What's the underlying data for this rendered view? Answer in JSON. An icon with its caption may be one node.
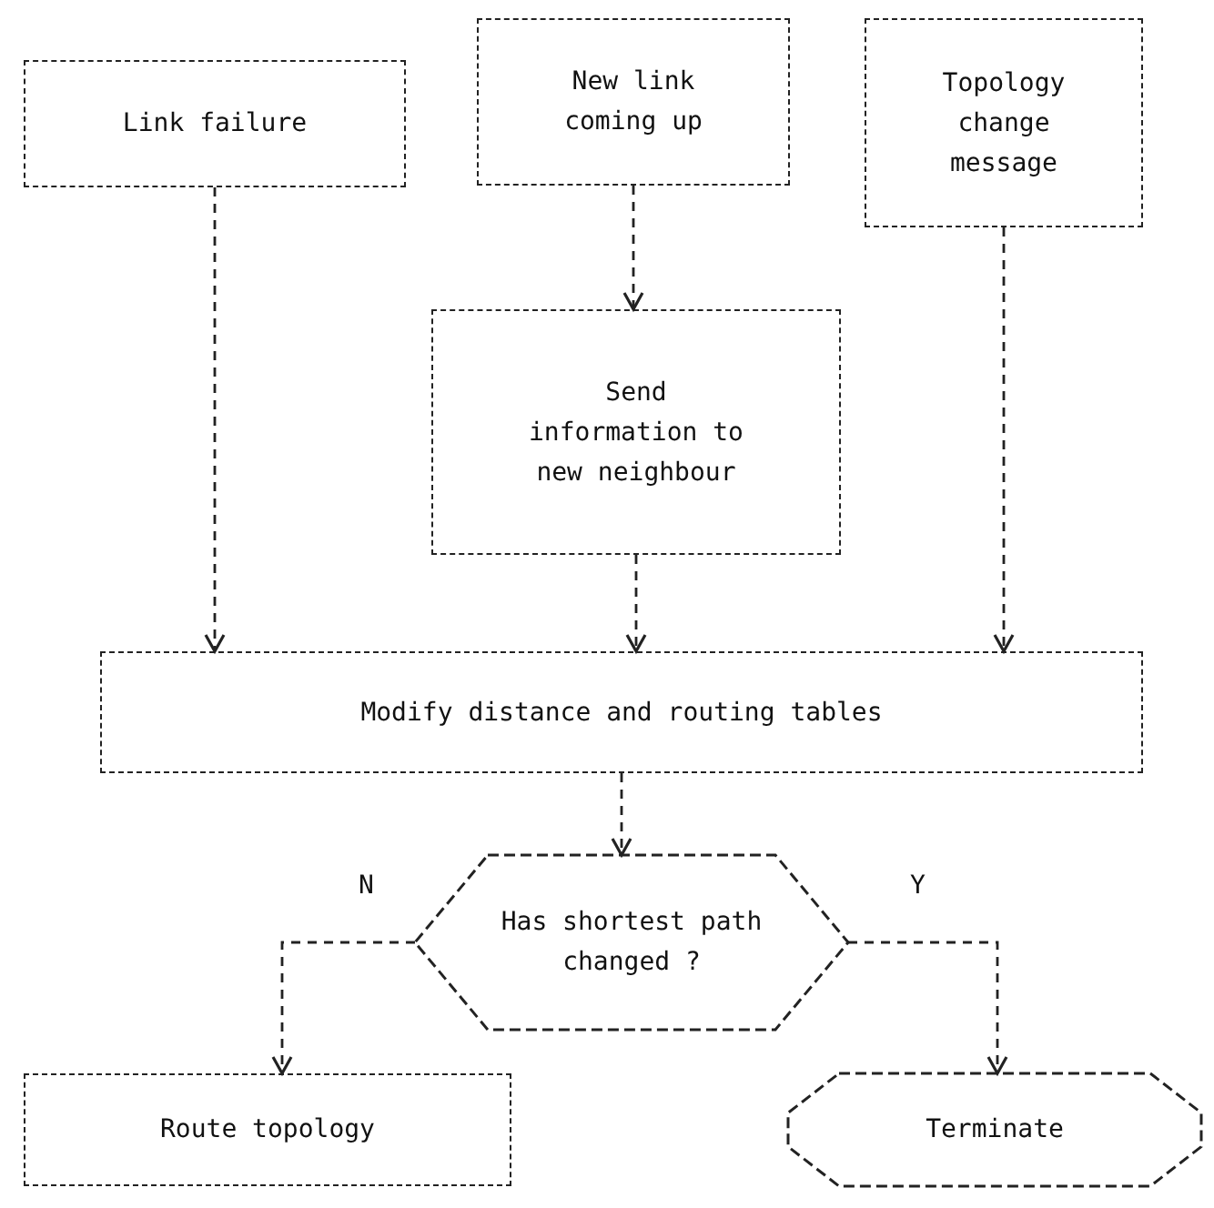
{
  "diagram": {
    "nodes": [
      {
        "text": [
          "Link failure"
        ]
      },
      {
        "text": [
          "New link coming up"
        ]
      },
      {
        "text": [
          "Topology change message"
        ]
      },
      {
        "text": [
          "Send information to new neighbour"
        ]
      },
      {
        "text": [
          "Modify distance and routing tables"
        ]
      },
      {
        "text": [
          "Has shortest path changed ?"
        ]
      },
      {
        "text": [
          "Route topology"
        ]
      },
      {
        "text": [
          "Terminate"
        ]
      }
    ],
    "edges": [
      {
        "from": 0,
        "to": 4,
        "arrow": "to",
        "style": "dashed"
      },
      {
        "from": 1,
        "to": 3,
        "arrow": "to",
        "style": "dashed"
      },
      {
        "from": 3,
        "to": 4,
        "arrow": "to",
        "style": "dashed"
      },
      {
        "from": 2,
        "to": 4,
        "arrow": "to",
        "style": "dashed"
      },
      {
        "from": 4,
        "to": 5,
        "arrow": "to",
        "style": "dashed"
      },
      {
        "from": 5,
        "to": 6,
        "label": "N",
        "arrow": "to",
        "style": "dashed"
      },
      {
        "from": 5,
        "to": 7,
        "label": "Y",
        "arrow": "to",
        "style": "dashed"
      }
    ]
  }
}
